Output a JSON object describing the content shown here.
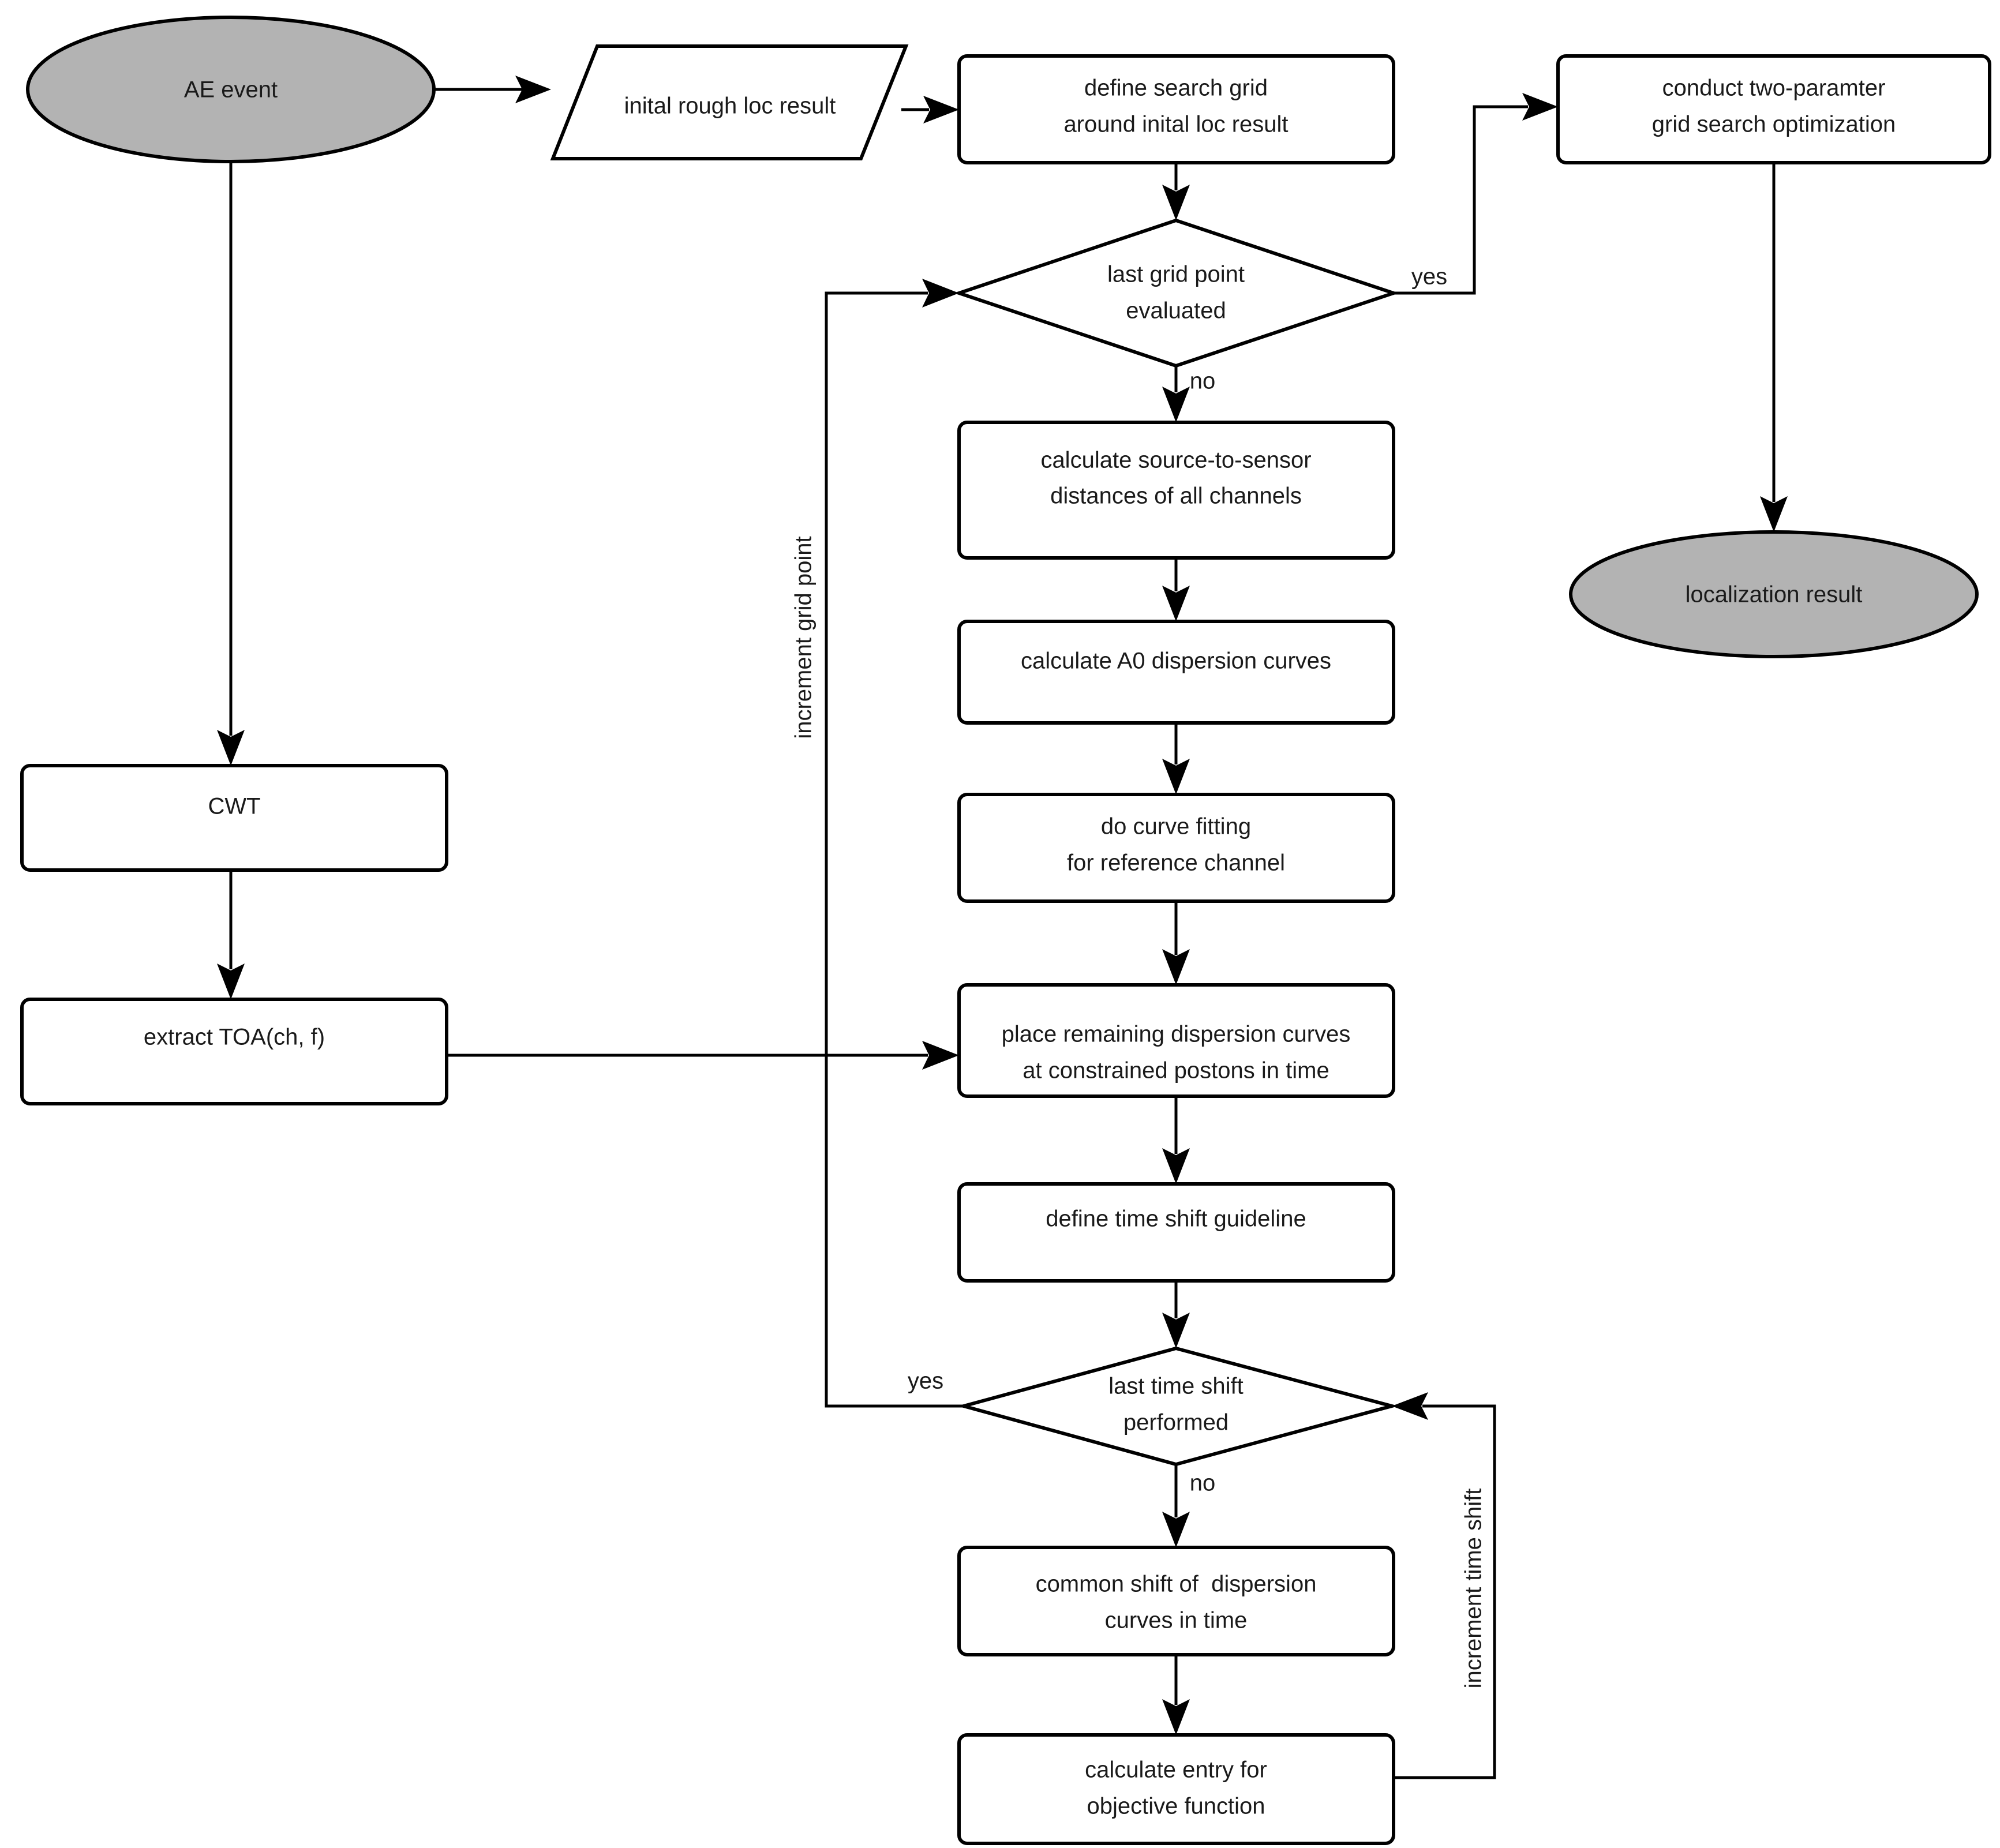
{
  "diagram": {
    "title": "AE event localization flowchart",
    "colors": {
      "terminal_fill": "#b3b3b3",
      "process_fill": "#ffffff",
      "stroke": "#000000",
      "text": "#1a1a1a",
      "background": "#ffffff"
    },
    "nodes": {
      "ae_event": {
        "label": "AE event",
        "shape": "terminal"
      },
      "inital_rough_loc": {
        "label": "inital rough loc result",
        "shape": "data-parallelogram"
      },
      "define_search_grid_l1": {
        "label": "define search grid",
        "shape": "process"
      },
      "define_search_grid_l2": {
        "label": "around inital loc result",
        "shape": "process"
      },
      "conduct_opt_l1": {
        "label": "conduct two-paramter",
        "shape": "process"
      },
      "conduct_opt_l2": {
        "label": "grid search optimization",
        "shape": "process"
      },
      "last_grid_point_l1": {
        "label": "last grid point",
        "shape": "decision"
      },
      "last_grid_point_l2": {
        "label": "evaluated",
        "shape": "decision"
      },
      "localization_result": {
        "label": "localization result",
        "shape": "terminal"
      },
      "cwt": {
        "label": "CWT",
        "shape": "process"
      },
      "extract_toa": {
        "label": "extract TOA(ch, f)",
        "shape": "process"
      },
      "calc_distances_l1": {
        "label": "calculate source-to-sensor",
        "shape": "process"
      },
      "calc_distances_l2": {
        "label": "distances of all channels",
        "shape": "process"
      },
      "calc_a0": {
        "label": "calculate A0 dispersion curves",
        "shape": "process"
      },
      "curve_fitting_l1": {
        "label": "do curve fitting",
        "shape": "process"
      },
      "curve_fitting_l2": {
        "label": "for reference channel",
        "shape": "process"
      },
      "place_curves_l1": {
        "label": "place remaining dispersion curves",
        "shape": "process"
      },
      "place_curves_l2": {
        "label": "at constrained postons in time",
        "shape": "process"
      },
      "define_time_shift": {
        "label": "define time shift guideline",
        "shape": "process"
      },
      "last_time_shift_l1": {
        "label": "last time shift",
        "shape": "decision"
      },
      "last_time_shift_l2": {
        "label": "performed",
        "shape": "decision"
      },
      "common_shift_l1": {
        "label": "common shift of  dispersion",
        "shape": "process"
      },
      "common_shift_l2": {
        "label": "curves in time",
        "shape": "process"
      },
      "calc_entry_l1": {
        "label": "calculate entry for",
        "shape": "process"
      },
      "calc_entry_l2": {
        "label": "objective function",
        "shape": "process"
      }
    },
    "edge_labels": {
      "grid_yes": "yes",
      "grid_no": "no",
      "increment_grid_point": "increment grid point",
      "time_yes": "yes",
      "time_no": "no",
      "increment_time_shift": "increment time shift"
    }
  }
}
